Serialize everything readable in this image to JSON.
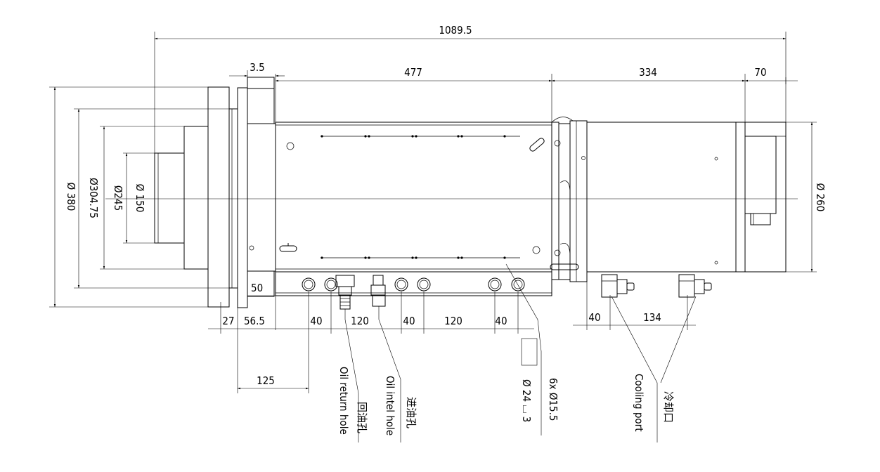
{
  "dimensions": {
    "overall_length": "1089.5",
    "d_3_5": "3.5",
    "d_477": "477",
    "d_334": "334",
    "d_70": "70",
    "d_380": "Ø 380",
    "d_304": "Ø304.75",
    "d_245": "Ø245",
    "d_150": "Ø 150",
    "d_260": "Ø 260",
    "d_50": "50",
    "d_27": "27",
    "d_56_5": "56.5",
    "d_40a": "40",
    "d_120a": "120",
    "d_40b": "40",
    "d_120b": "120",
    "d_40c": "40",
    "d_40d": "40",
    "d_134": "134",
    "d_125": "125"
  },
  "labels": {
    "oil_return_en": "Oil return hole",
    "oil_return_cn": "回油孔",
    "oil_inlet_en": "Oil intel hole",
    "oil_inlet_cn": "进油孔",
    "holes_count": "6x Ø15.5",
    "holes_counterbore": "Ø 24 ⌴ 3",
    "cooling_en": "Cooling port",
    "cooling_cn": "冷却口"
  }
}
